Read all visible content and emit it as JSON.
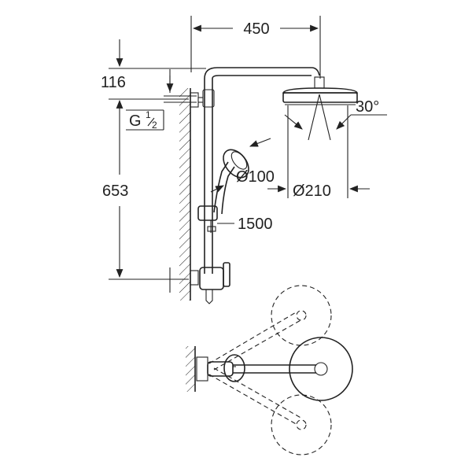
{
  "dimensions": {
    "width_top": "450",
    "height_offset": "116",
    "thread_main": "G",
    "thread_num": "1",
    "thread_den": "2",
    "spray_angle": "30°",
    "hand_shower_diameter": "Ø100",
    "head_shower_diameter": "Ø210",
    "overall_height": "653",
    "hose_length": "1500"
  },
  "colors": {
    "line": "#222222",
    "background": "#ffffff"
  }
}
